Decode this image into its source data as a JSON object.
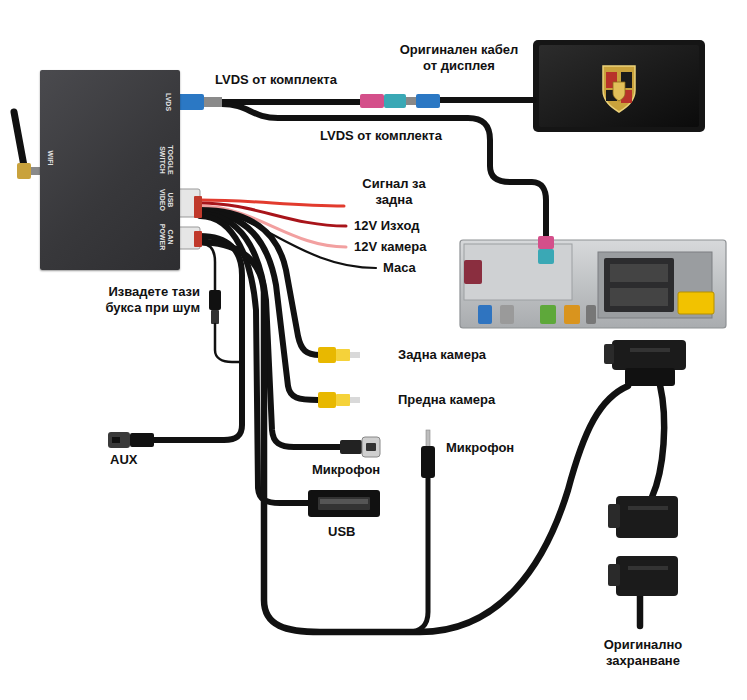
{
  "diagram": {
    "nodes": [
      {
        "text": [
          "WIFI",
          "LVDS",
          "TOGGLE SWITCH",
          "USB VIDEO",
          "CAN POWER"
        ]
      }
    ],
    "labels": [
      "Оригинален кабел от дисплея",
      "LVDS от комплекта",
      "LVDS от комплекта",
      "Сигнал за задна",
      "12V Изход",
      "12V камера",
      "Маса",
      "Извадете тази букса при шум",
      "Задна камера",
      "Предна камера",
      "AUX",
      "Микрофон",
      "Микрофон",
      "USB",
      "Оригинално захранване"
    ]
  }
}
